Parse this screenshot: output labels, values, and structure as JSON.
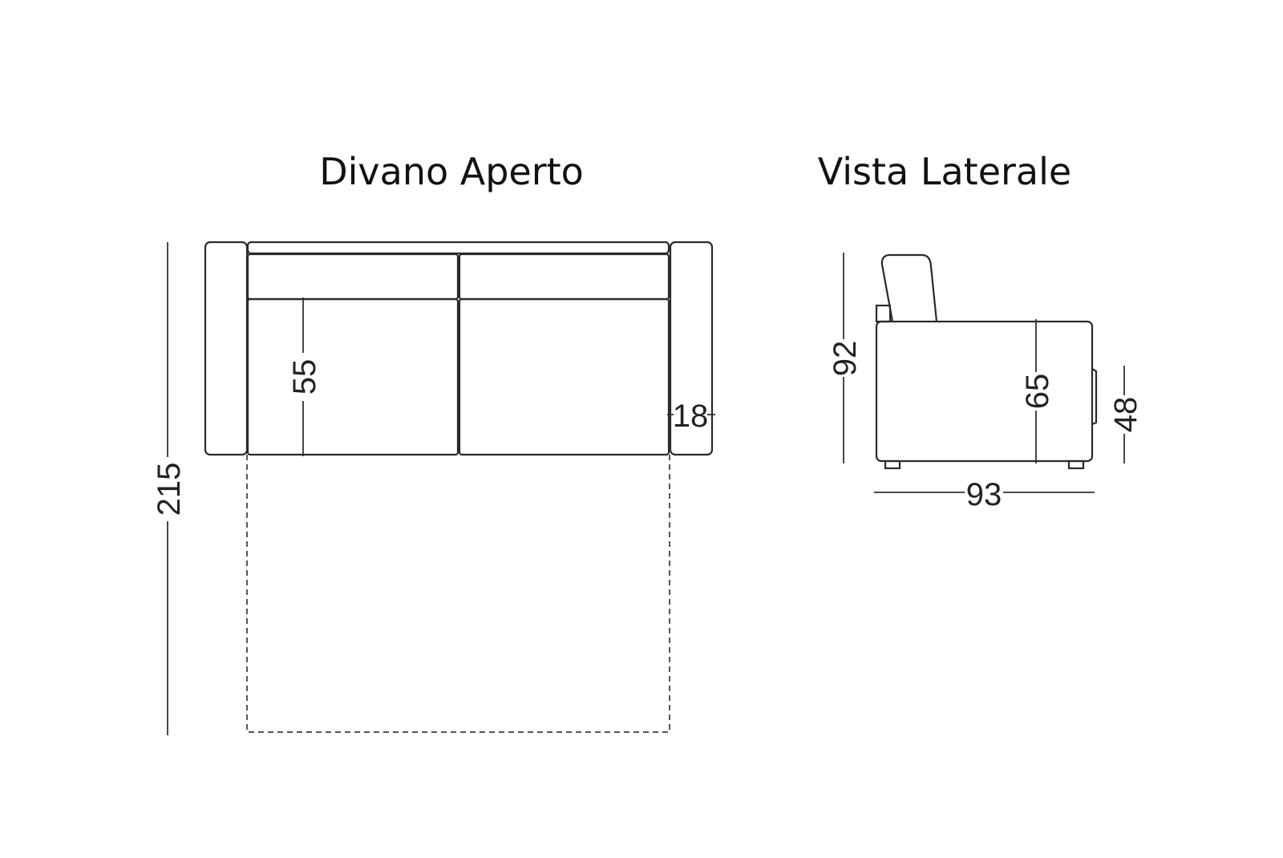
{
  "titles": {
    "open_sofa": "Divano Aperto",
    "side_view": "Vista Laterale"
  },
  "dimensions": {
    "open_depth": "215",
    "seat_depth": "55",
    "arm_width": "18",
    "total_height": "92",
    "arm_height": "65",
    "seat_height": "48",
    "side_depth": "93"
  },
  "colors": {
    "line": "#2a2a2a",
    "background": "#ffffff"
  }
}
